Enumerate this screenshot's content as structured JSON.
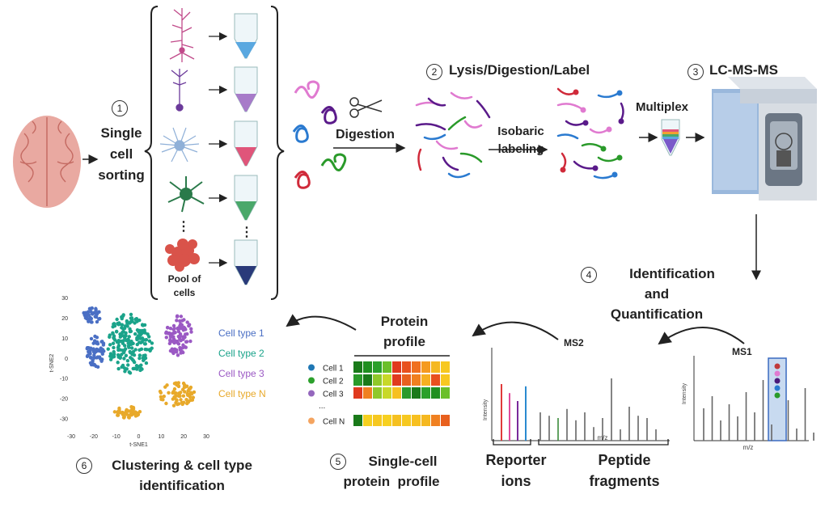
{
  "steps": {
    "s1": {
      "num": "1",
      "line1": "Single",
      "line2": "cell",
      "line3": "sorting"
    },
    "s2": {
      "num": "2",
      "label": "Lysis/Digestion/Label"
    },
    "s3": {
      "num": "3",
      "label": "LC-MS-MS"
    },
    "s4": {
      "num": "4",
      "line1": "Identification",
      "line2": "and",
      "line3": "Quantification"
    },
    "s5": {
      "num": "5",
      "line1": "Single-cell",
      "line2": "protein  profile"
    },
    "s6": {
      "num": "6",
      "line1": "Clustering & cell type",
      "line2": "identification"
    }
  },
  "labels": {
    "pool": "Pool of",
    "pool2": "cells",
    "digestion": "Digestion",
    "isobaric1": "Isobaric",
    "isobaric2": "labeling",
    "multiplex": "Multiplex",
    "ms1": "MS1",
    "ms2": "MS2",
    "reporter1": "Reporter",
    "reporter2": "ions",
    "peptide1": "Peptide",
    "peptide2": "fragments",
    "protein_profile1": "Protein",
    "protein_profile2": "profile",
    "mz": "m/z",
    "intensity": "Intensity",
    "ellipsis": "...",
    "vdots": "⋮"
  },
  "heatmap": {
    "rows": [
      {
        "label": "Cell 1",
        "dot": "#1f77b4"
      },
      {
        "label": "Cell 2",
        "dot": "#2ca02c"
      },
      {
        "label": "Cell 3",
        "dot": "#9467bd"
      },
      {
        "label": "Cell N",
        "dot": "#f4a460"
      }
    ],
    "colors": {
      "Cell 1": [
        "#1a7a1a",
        "#1f8f1f",
        "#2aa02a",
        "#6bbf2a",
        "#e03a1e",
        "#e8501e",
        "#f07020",
        "#f59a20",
        "#f5b820",
        "#f7c820"
      ],
      "Cell 2": [
        "#2a9a2a",
        "#1a7a1a",
        "#8fc82a",
        "#c8d828",
        "#e03a1e",
        "#e8601e",
        "#f08020",
        "#f6b020",
        "#e8501e",
        "#f7c820"
      ],
      "Cell 3": [
        "#e03a1e",
        "#f08020",
        "#8fc82a",
        "#c8d828",
        "#f6c020",
        "#2a9a2a",
        "#1a7a1a",
        "#2aa02a",
        "#1f8f1f",
        "#6bbf2a"
      ],
      "Cell N": [
        "#1a7a1a",
        "#f5d020",
        "#f6c820",
        "#f7d020",
        "#f5c020",
        "#f6c820",
        "#f7c020",
        "#f5b820",
        "#f08020",
        "#e8601e"
      ]
    }
  },
  "chart_data": {
    "type": "scatter",
    "xlabel": "t-SNE1",
    "ylabel": "t-SNE2",
    "xlim": [
      -30,
      30
    ],
    "ylim": [
      -35,
      30
    ],
    "xticks": [
      "-30",
      "-20",
      "-10",
      "0",
      "10",
      "20",
      "30"
    ],
    "yticks": [
      "30",
      "20",
      "10",
      "0",
      "-10",
      "-20",
      "-30"
    ],
    "series": [
      {
        "name": "Cell type 1",
        "color": "#4a6fc4",
        "clusters": [
          {
            "cx": -21,
            "cy": 21,
            "rx": 4,
            "ry": 4,
            "n": 40
          },
          {
            "cx": -19,
            "cy": 3,
            "rx": 4,
            "ry": 8,
            "n": 60
          }
        ]
      },
      {
        "name": "Cell type 2",
        "color": "#1aa38a",
        "clusters": [
          {
            "cx": -4,
            "cy": 7,
            "rx": 10,
            "ry": 15,
            "n": 200
          }
        ]
      },
      {
        "name": "Cell type 3",
        "color": "#9b59c4",
        "clusters": [
          {
            "cx": 18,
            "cy": 11,
            "rx": 6,
            "ry": 10,
            "n": 90
          }
        ]
      },
      {
        "name": "Cell type N",
        "color": "#e8a92a",
        "clusters": [
          {
            "cx": 17,
            "cy": -18,
            "rx": 8,
            "ry": 6,
            "n": 70
          },
          {
            "cx": -5,
            "cy": -27,
            "rx": 6,
            "ry": 3,
            "n": 50
          }
        ]
      }
    ]
  },
  "ms1_peaks": [
    0.4,
    0.55,
    0.25,
    0.45,
    0.3,
    0.6,
    0.35,
    0.75,
    0.2,
    0.5,
    0.15,
    0.65,
    0.1
  ],
  "ms2": {
    "reporter": [
      {
        "h": 0.5,
        "color": "#e03a3a"
      },
      {
        "h": 0.42,
        "color": "#e04a9a"
      },
      {
        "h": 0.35,
        "color": "#7a2a9a"
      },
      {
        "h": 0.48,
        "color": "#2a8ad0"
      }
    ],
    "fragments": [
      0.25,
      0.22,
      0.2,
      0.28,
      0.18,
      0.25,
      0.12,
      0.2,
      0.55,
      0.1,
      0.3,
      0.22,
      0.2,
      0.1
    ]
  }
}
